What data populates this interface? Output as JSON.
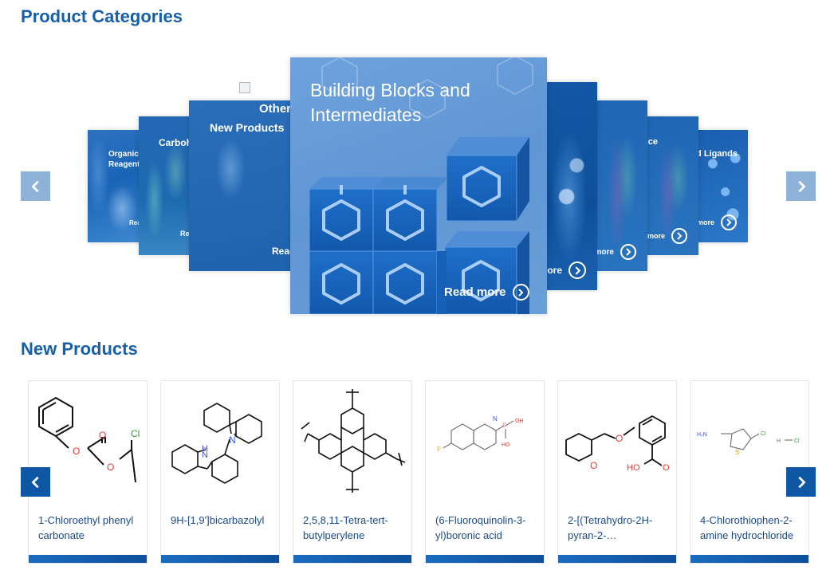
{
  "sections": {
    "categories_title": "Product Categories",
    "new_products_title": "New Products"
  },
  "carousel": {
    "prev_icon": "chevron-left-icon",
    "next_icon": "chevron-right-icon",
    "cards": [
      {
        "title": "Organic Reagents",
        "read_more": "Read more"
      },
      {
        "title": "Carbohydrates",
        "read_more": "Read more"
      },
      {
        "title": "New Products",
        "read_more": "Read more"
      },
      {
        "title": "Others",
        "read_more": ""
      },
      {
        "title": "Building Blocks and Intermediates",
        "read_more": "Read more"
      },
      {
        "title": "",
        "read_more": "Read more"
      },
      {
        "title": "",
        "read_more": "Read more"
      },
      {
        "title": "Material Science",
        "read_more": "Read more"
      },
      {
        "title": "Catalysts and Ligands",
        "read_more": "Read more"
      }
    ]
  },
  "products": [
    {
      "name": "1-Chloroethyl phenyl carbonate"
    },
    {
      "name": "9H-[1,9']bicarbazolyl"
    },
    {
      "name": "2,5,8,11-Tetra-tert-butylperylene"
    },
    {
      "name": "(6-Fluoroquinolin-3-yl)boronic acid"
    },
    {
      "name": "2-[(Tetrahydro-2H-pyran-2-…"
    },
    {
      "name": "4-Chlorothiophen-2-amine hydrochloride"
    }
  ],
  "atoms": {
    "O": "O",
    "Cl": "Cl",
    "N": "N",
    "H": "H",
    "NH": "N",
    "F": "F",
    "B": "B",
    "OH": "OH",
    "HO": "HO",
    "S": "S",
    "H2N": "H₂N"
  },
  "colors": {
    "title": "#1560a8",
    "arrow_light": "#8fb2d8",
    "arrow_dark": "#0d57a4",
    "oxygen": "#e53935",
    "chlorine": "#2e9e3a",
    "nitrogen": "#3a53d6",
    "boron": "#e08f8f",
    "sulfur": "#c9b400"
  }
}
